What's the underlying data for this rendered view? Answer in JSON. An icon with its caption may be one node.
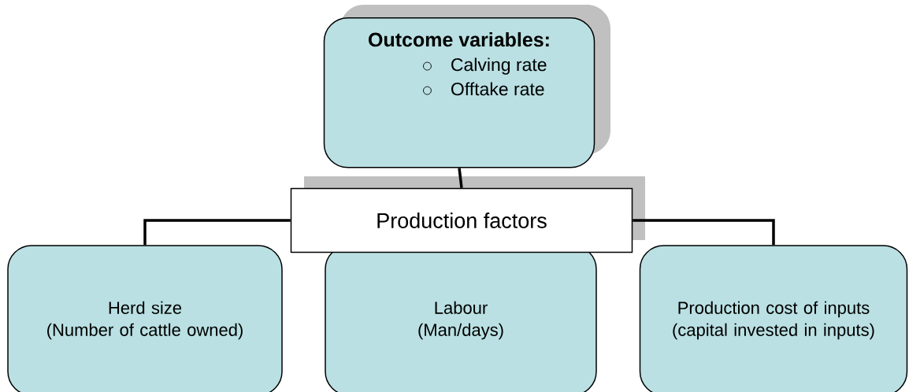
{
  "diagram": {
    "nodes": [
      {
        "text": [
          "Outcome variables:",
          "Calving rate",
          "Offtake rate"
        ]
      },
      {
        "text": [
          "Production factors"
        ]
      },
      {
        "text": [
          "Herd size",
          "(Number of cattle owned)"
        ]
      },
      {
        "text": [
          "Labour",
          "(Man/days)"
        ]
      },
      {
        "text": [
          "Production cost of inputs",
          "(capital invested in inputs)"
        ]
      }
    ],
    "edges": [
      {
        "from": 0,
        "to": 1,
        "arrow": "none"
      },
      {
        "from": 1,
        "to": 2,
        "arrow": "none"
      },
      {
        "from": 1,
        "to": 4,
        "arrow": "none"
      }
    ]
  }
}
